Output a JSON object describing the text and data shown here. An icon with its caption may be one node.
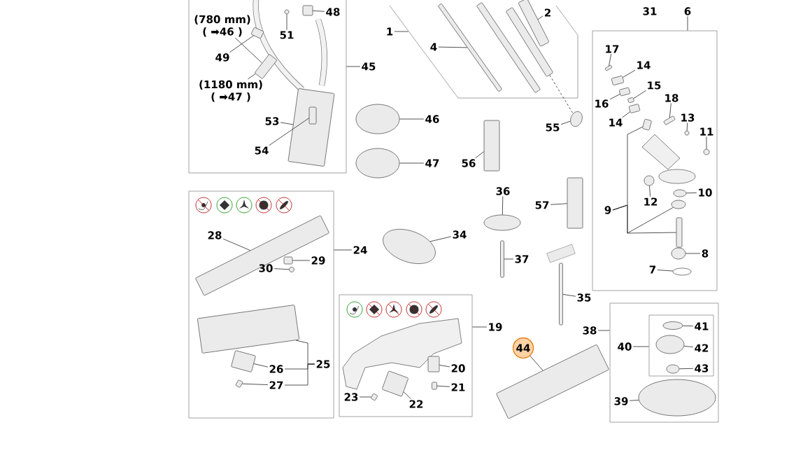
{
  "diagram": {
    "nodes": [
      {
        "text": [],
        "shape": "box"
      },
      {
        "text": [
          "(780 mm)",
          "( ➡46 )"
        ],
        "in": 0
      },
      {
        "text": [],
        "shape": "box",
        "in": 0
      },
      {
        "text": [],
        "shape": "box",
        "in": 0
      },
      {
        "text": [
          "49"
        ],
        "in": 0
      },
      {
        "text": [
          "48"
        ],
        "in": 0
      },
      {
        "text": [],
        "shape": "box",
        "in": 0
      },
      {
        "text": [
          "51"
        ],
        "in": 0
      },
      {
        "text": [],
        "shape": "circle",
        "in": 0
      },
      {
        "text": [
          "(1180 mm)",
          "( ➡47 )"
        ],
        "in": 0
      },
      {
        "text": [
          "53"
        ],
        "in": 0
      },
      {
        "text": [],
        "shape": "box",
        "in": 0
      },
      {
        "text": [
          "54"
        ],
        "in": 0
      },
      {
        "text": [],
        "shape": "box",
        "in": 11
      },
      {
        "text": [
          "45"
        ]
      },
      {
        "text": [],
        "shape": "circle"
      },
      {
        "text": [
          "46"
        ]
      },
      {
        "text": [],
        "shape": "circle"
      },
      {
        "text": [
          "47"
        ]
      },
      {
        "text": [],
        "shape": "box"
      },
      {
        "text": [
          "1"
        ]
      },
      {
        "text": [
          "4"
        ],
        "in": 19
      },
      {
        "text": [],
        "shape": "box",
        "in": 19
      },
      {
        "text": [],
        "shape": "box",
        "in": 19
      },
      {
        "text": [],
        "shape": "box",
        "in": 19
      },
      {
        "text": [
          "2"
        ],
        "in": 19
      },
      {
        "text": [],
        "shape": "box",
        "in": 19
      },
      {
        "text": [
          "55"
        ]
      },
      {
        "text": [],
        "shape": "circle"
      },
      {
        "text": [
          "56"
        ]
      },
      {
        "text": [],
        "shape": "box"
      },
      {
        "text": [
          "57"
        ]
      },
      {
        "text": [],
        "shape": "box"
      },
      {
        "text": [
          "6"
        ]
      },
      {
        "text": [],
        "shape": "box"
      },
      {
        "text": [
          "17"
        ],
        "in": 34
      },
      {
        "text": [],
        "shape": "box",
        "in": 34
      },
      {
        "text": [
          "14"
        ],
        "in": 34
      },
      {
        "text": [],
        "shape": "box",
        "in": 34
      },
      {
        "text": [
          "16"
        ],
        "in": 34
      },
      {
        "text": [],
        "shape": "box",
        "in": 34
      },
      {
        "text": [
          "15"
        ],
        "in": 34
      },
      {
        "text": [],
        "shape": "box",
        "in": 34
      },
      {
        "text": [
          "14"
        ],
        "in": 34
      },
      {
        "text": [],
        "shape": "box",
        "in": 34
      },
      {
        "text": [
          "18"
        ],
        "in": 34
      },
      {
        "text": [],
        "shape": "box",
        "in": 34
      },
      {
        "text": [
          "13"
        ],
        "in": 34
      },
      {
        "text": [],
        "shape": "circle",
        "in": 34
      },
      {
        "text": [
          "11"
        ],
        "in": 34
      },
      {
        "text": [],
        "shape": "circle",
        "in": 34
      },
      {
        "text": [],
        "shape": "box",
        "in": 34
      },
      {
        "text": [
          "12"
        ],
        "in": 34
      },
      {
        "text": [],
        "shape": "circle",
        "in": 34
      },
      {
        "text": [
          "10"
        ],
        "in": 34
      },
      {
        "text": [],
        "shape": "circle",
        "in": 34
      },
      {
        "text": [],
        "shape": "circle",
        "in": 34
      },
      {
        "text": [],
        "shape": "box",
        "in": 34
      },
      {
        "text": [
          "9"
        ],
        "in": 34
      },
      {
        "text": [
          "8"
        ],
        "in": 34
      },
      {
        "text": [],
        "shape": "circle",
        "in": 34
      },
      {
        "text": [
          "7"
        ],
        "in": 34
      },
      {
        "text": [],
        "shape": "circle",
        "in": 34
      },
      {
        "text": [],
        "shape": "box"
      },
      {
        "text": [
          "28"
        ],
        "in": 63
      },
      {
        "text": [],
        "shape": "box",
        "in": 63
      },
      {
        "text": [
          "29"
        ],
        "in": 63
      },
      {
        "text": [],
        "shape": "box",
        "in": 63
      },
      {
        "text": [
          "30"
        ],
        "in": 63
      },
      {
        "text": [],
        "shape": "circle",
        "in": 63
      },
      {
        "text": [
          "24"
        ]
      },
      {
        "text": [],
        "shape": "box",
        "in": 63
      },
      {
        "text": [
          "25"
        ],
        "in": 63
      },
      {
        "text": [
          "26"
        ],
        "in": 63
      },
      {
        "text": [],
        "shape": "box",
        "in": 63
      },
      {
        "text": [
          "27"
        ],
        "in": 63
      },
      {
        "text": [],
        "shape": "box",
        "in": 63
      },
      {
        "text": [],
        "shape": "box"
      },
      {
        "text": [
          "19"
        ]
      },
      {
        "text": [
          "20"
        ],
        "in": 77
      },
      {
        "text": [],
        "shape": "box",
        "in": 77
      },
      {
        "text": [
          "21"
        ],
        "in": 77
      },
      {
        "text": [],
        "shape": "box",
        "in": 77
      },
      {
        "text": [
          "22"
        ],
        "in": 77
      },
      {
        "text": [],
        "shape": "box",
        "in": 77
      },
      {
        "text": [
          "23"
        ],
        "in": 77
      },
      {
        "text": [],
        "shape": "box",
        "in": 77
      },
      {
        "text": [
          "34"
        ]
      },
      {
        "text": [],
        "shape": "circle"
      },
      {
        "text": [
          "36"
        ]
      },
      {
        "text": [],
        "shape": "circle"
      },
      {
        "text": [
          "37"
        ]
      },
      {
        "text": [],
        "shape": "box"
      },
      {
        "text": [
          "35"
        ]
      },
      {
        "text": [],
        "shape": "box"
      },
      {
        "text": [
          "44"
        ]
      },
      {
        "text": [],
        "shape": "box"
      },
      {
        "text": [
          "38"
        ]
      },
      {
        "text": [],
        "shape": "box"
      },
      {
        "text": [],
        "shape": "box",
        "in": 98
      },
      {
        "text": [],
        "shape": "circle",
        "in": 99
      },
      {
        "text": [
          "41"
        ],
        "in": 99
      },
      {
        "text": [],
        "shape": "circle",
        "in": 99
      },
      {
        "text": [
          "42"
        ],
        "in": 99
      },
      {
        "text": [],
        "shape": "circle",
        "in": 99
      },
      {
        "text": [
          "43"
        ],
        "in": 99
      },
      {
        "text": [
          "40"
        ],
        "in": 98
      },
      {
        "text": [
          "39"
        ],
        "in": 98
      },
      {
        "text": [],
        "shape": "circle",
        "in": 98
      }
    ],
    "edges": [
      {
        "from": 1,
        "to": 2,
        "arrow": "none"
      },
      {
        "from": 4,
        "to": 3,
        "arrow": "none"
      },
      {
        "from": 5,
        "to": 6,
        "arrow": "none"
      },
      {
        "from": 7,
        "to": 8,
        "arrow": "none"
      },
      {
        "from": 9,
        "to": 2,
        "arrow": "none"
      },
      {
        "from": 10,
        "to": 11,
        "arrow": "none"
      },
      {
        "from": 12,
        "to": 13,
        "arrow": "none"
      },
      {
        "from": 14,
        "to": 0,
        "arrow": "none"
      },
      {
        "from": 16,
        "to": 15,
        "arrow": "none"
      },
      {
        "from": 18,
        "to": 17,
        "arrow": "none"
      },
      {
        "from": 20,
        "to": 19,
        "arrow": "none"
      },
      {
        "from": 21,
        "to": 22,
        "arrow": "none"
      },
      {
        "from": 25,
        "to": 26,
        "arrow": "none"
      },
      {
        "from": 24,
        "to": 28,
        "arrow": "none",
        "style": "dashed"
      },
      {
        "from": 27,
        "to": 28,
        "arrow": "none"
      },
      {
        "from": 29,
        "to": 30,
        "arrow": "none"
      },
      {
        "from": 31,
        "to": 32,
        "arrow": "none"
      },
      {
        "from": 33,
        "to": 34,
        "arrow": "none"
      },
      {
        "from": 35,
        "to": 36,
        "arrow": "none"
      },
      {
        "from": 37,
        "to": 38,
        "arrow": "none"
      },
      {
        "from": 39,
        "to": 40,
        "arrow": "none"
      },
      {
        "from": 41,
        "to": 42,
        "arrow": "none"
      },
      {
        "from": 43,
        "to": 44,
        "arrow": "none"
      },
      {
        "from": 45,
        "to": 46,
        "arrow": "none"
      },
      {
        "from": 47,
        "to": 48,
        "arrow": "none"
      },
      {
        "from": 49,
        "to": 50,
        "arrow": "none"
      },
      {
        "from": 52,
        "to": 53,
        "arrow": "none"
      },
      {
        "from": 54,
        "to": 55,
        "arrow": "none"
      },
      {
        "from": 58,
        "to": 51,
        "arrow": "none"
      },
      {
        "from": 58,
        "to": 56,
        "arrow": "none"
      },
      {
        "from": 58,
        "to": 57,
        "arrow": "none"
      },
      {
        "from": 59,
        "to": 60,
        "arrow": "none"
      },
      {
        "from": 61,
        "to": 62,
        "arrow": "none"
      },
      {
        "from": 64,
        "to": 65,
        "arrow": "none"
      },
      {
        "from": 66,
        "to": 67,
        "arrow": "none"
      },
      {
        "from": 68,
        "to": 69,
        "arrow": "none"
      },
      {
        "from": 70,
        "to": 63,
        "arrow": "none"
      },
      {
        "from": 72,
        "to": 71,
        "arrow": "none"
      },
      {
        "from": 72,
        "to": 73,
        "arrow": "none"
      },
      {
        "from": 72,
        "to": 75,
        "arrow": "none"
      },
      {
        "from": 73,
        "to": 74,
        "arrow": "none"
      },
      {
        "from": 75,
        "to": 76,
        "arrow": "none"
      },
      {
        "from": 78,
        "to": 77,
        "arrow": "none"
      },
      {
        "from": 79,
        "to": 80,
        "arrow": "none"
      },
      {
        "from": 81,
        "to": 82,
        "arrow": "none"
      },
      {
        "from": 83,
        "to": 84,
        "arrow": "none"
      },
      {
        "from": 85,
        "to": 86,
        "arrow": "none"
      },
      {
        "from": 87,
        "to": 88,
        "arrow": "none"
      },
      {
        "from": 89,
        "to": 90,
        "arrow": "none"
      },
      {
        "from": 91,
        "to": 92,
        "arrow": "none"
      },
      {
        "from": 93,
        "to": 94,
        "arrow": "none"
      },
      {
        "from": 95,
        "to": 96,
        "arrow": "none"
      },
      {
        "from": 97,
        "to": 98,
        "arrow": "none"
      },
      {
        "from": 101,
        "to": 100,
        "arrow": "none"
      },
      {
        "from": 103,
        "to": 102,
        "arrow": "none"
      },
      {
        "from": 105,
        "to": 104,
        "arrow": "none"
      },
      {
        "from": 106,
        "to": 99,
        "arrow": "none"
      },
      {
        "from": 107,
        "to": 108,
        "arrow": "none"
      }
    ],
    "labels": [
      "31"
    ]
  }
}
